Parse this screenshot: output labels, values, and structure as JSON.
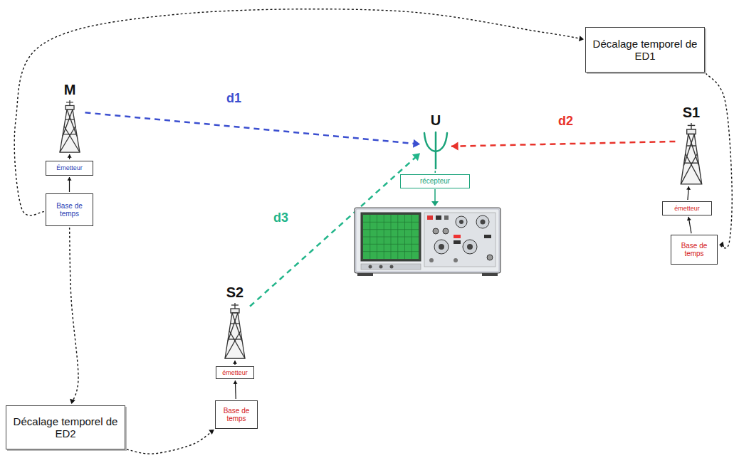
{
  "diagram": {
    "nodes": [
      {
        "text": [
          "M"
        ]
      },
      {
        "text": [
          "Décalage temporel de ED1"
        ]
      },
      {
        "text": [
          "S1"
        ]
      },
      {
        "text": [
          "U"
        ]
      },
      {
        "text": [
          "Émetteur"
        ]
      },
      {
        "text": [
          "Base de temps"
        ]
      },
      {
        "text": [
          "récepteur"
        ]
      },
      {
        "text": [
          "émetteur"
        ]
      },
      {
        "text": [
          "Base de temps"
        ]
      },
      {
        "text": [
          "S2"
        ]
      },
      {
        "text": [
          "émetteur"
        ]
      },
      {
        "text": [
          "Décalage temporel de ED2"
        ]
      },
      {
        "text": [
          "Base de temps"
        ]
      }
    ],
    "edges": [
      {
        "from": 0,
        "to": 3,
        "arrow": "to",
        "label": "d1"
      },
      {
        "from": 2,
        "to": 3,
        "arrow": "to",
        "label": "d2"
      },
      {
        "from": 9,
        "to": 3,
        "arrow": "to",
        "label": "d3"
      },
      {
        "from": 5,
        "to": 4,
        "arrow": "to"
      },
      {
        "from": 4,
        "to": 0,
        "arrow": "to"
      },
      {
        "from": 8,
        "to": 7,
        "arrow": "to"
      },
      {
        "from": 7,
        "to": 2,
        "arrow": "to"
      },
      {
        "from": 12,
        "to": 10,
        "arrow": "to"
      },
      {
        "from": 10,
        "to": 9,
        "arrow": "to"
      },
      {
        "from": 3,
        "to": 6,
        "arrow": "none"
      },
      {
        "from": 5,
        "to": 1,
        "arrow": "to"
      },
      {
        "from": 1,
        "to": 8,
        "arrow": "to"
      },
      {
        "from": 5,
        "to": 11,
        "arrow": "to"
      },
      {
        "from": 11,
        "to": 12,
        "arrow": "to"
      }
    ]
  }
}
